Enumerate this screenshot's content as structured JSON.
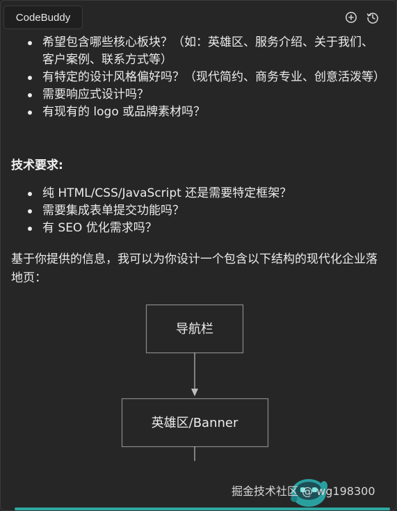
{
  "app": {
    "title": "CodeBuddy",
    "icons": [
      "new-chat-icon",
      "history-icon"
    ]
  },
  "section1": {
    "items": [
      "希望包含哪些核心板块？（如：英雄区、服务介绍、关于我们、客户案例、联系方式等）",
      "有特定的设计风格偏好吗？（现代简约、商务专业、创意活泼等）",
      "需要响应式设计吗？",
      "有现有的 logo 或品牌素材吗？"
    ]
  },
  "section2": {
    "heading": "技术要求:",
    "items": [
      "纯 HTML/CSS/JavaScript 还是需要特定框架？",
      "需要集成表单提交功能吗？",
      "有 SEO 优化需求吗？"
    ]
  },
  "summary": "基于你提供的信息，我可以为你设计一个包含以下结构的现代化企业落地页：",
  "diagram": {
    "nodes": [
      "导航栏",
      "英雄区/Banner"
    ]
  },
  "watermark": "掘金技术社区 @ wg198300",
  "colors": {
    "background": "#262626",
    "text": "#ececec",
    "node_border": "#8a8a8a",
    "accent": "#2ea8a2"
  }
}
